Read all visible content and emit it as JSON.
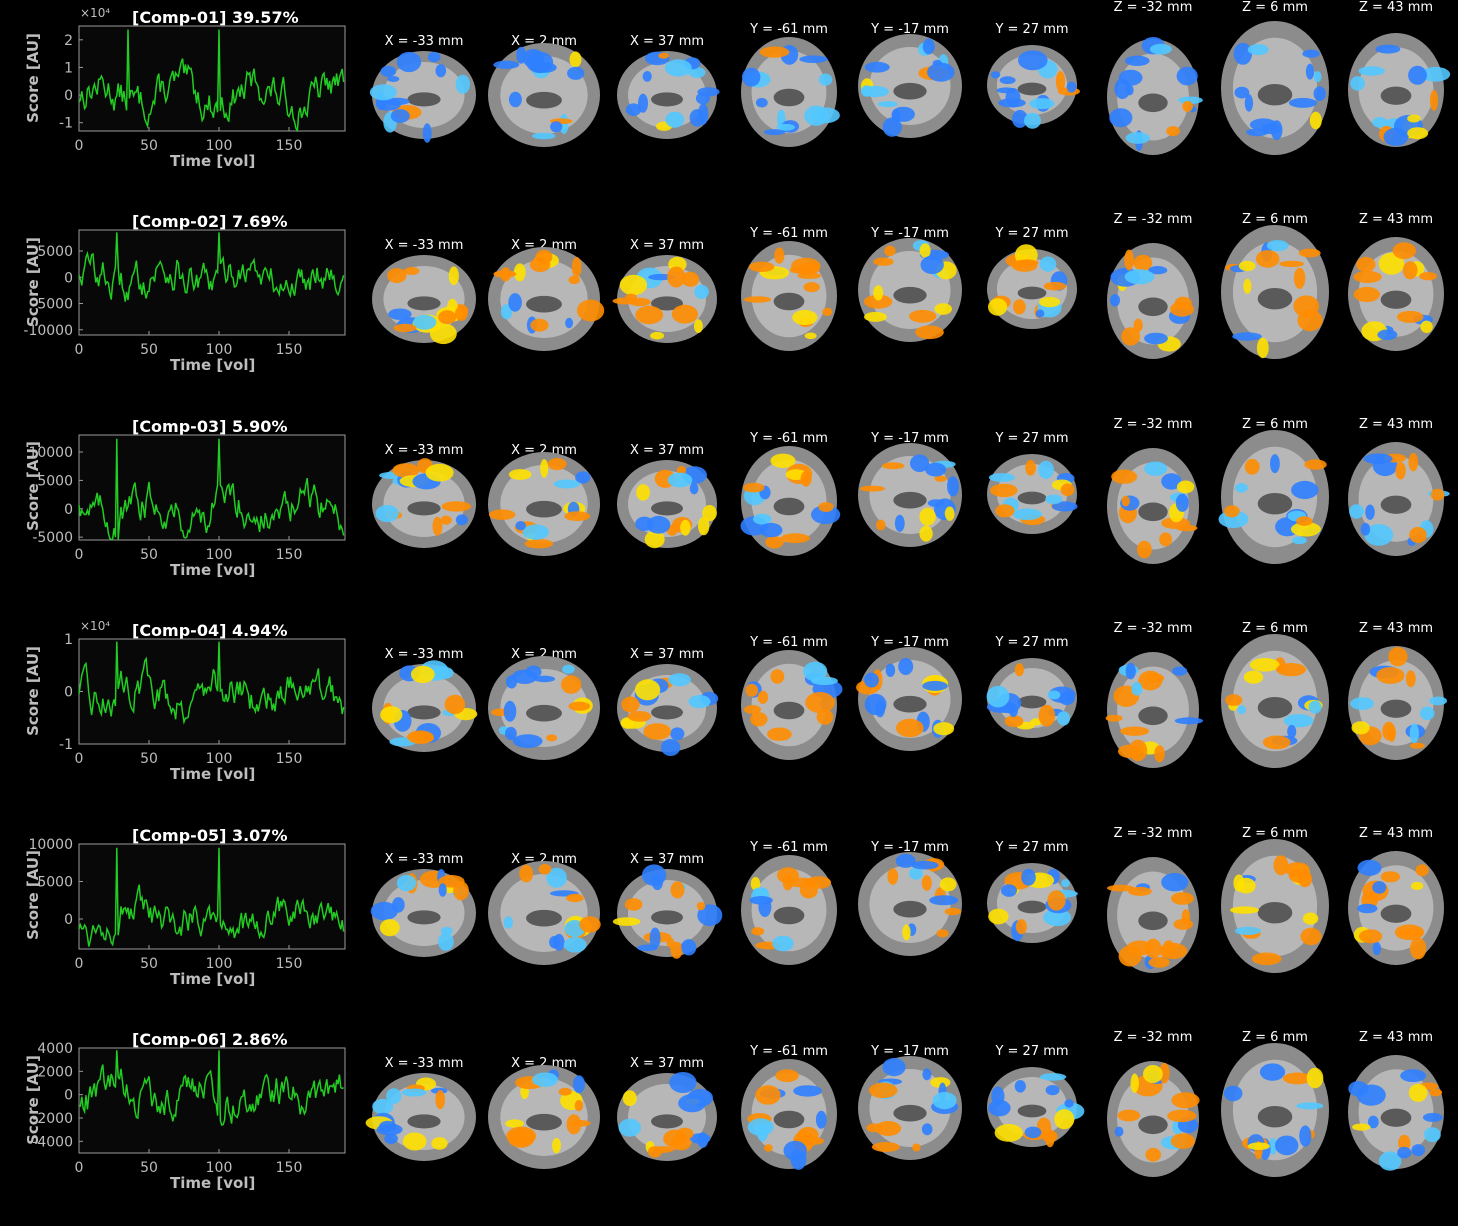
{
  "xlabel": "Time [vol]",
  "ylabel": "Score [AU]",
  "x_ticks": [
    0,
    50,
    100,
    150
  ],
  "slices": [
    {
      "label": "X = -33 mm",
      "view": "sagittal"
    },
    {
      "label": "X = 2 mm",
      "view": "sagittal"
    },
    {
      "label": "X = 37 mm",
      "view": "sagittal"
    },
    {
      "label": "Y = -61 mm",
      "view": "coronal"
    },
    {
      "label": "Y = -17 mm",
      "view": "coronal"
    },
    {
      "label": "Y = 27 mm",
      "view": "coronal"
    },
    {
      "label": "Z = -32 mm",
      "view": "axial"
    },
    {
      "label": "Z = 6 mm",
      "view": "axial"
    },
    {
      "label": "Z = 43 mm",
      "view": "axial"
    }
  ],
  "colors": {
    "trace": "#22cc22",
    "positive": "#ff8c00",
    "positive_hot": "#ffe000",
    "negative": "#2f7fff",
    "negative_light": "#52c8ff"
  },
  "components": [
    {
      "title": "[Comp-01] 39.57%",
      "exponent": "×10⁴",
      "y_ticks": [
        "2",
        "1",
        "0",
        "-1"
      ],
      "ylim": [
        -1.3,
        2.5
      ],
      "tick_values": [
        2,
        1,
        0,
        -1
      ],
      "pos_weight": 0.1,
      "neg_weight": 0.9
    },
    {
      "title": "[Comp-02] 7.69%",
      "exponent": "",
      "y_ticks": [
        "5000",
        "0",
        "-5000",
        "-10000"
      ],
      "ylim": [
        -11000,
        9000
      ],
      "tick_values": [
        5000,
        0,
        -5000,
        -10000
      ],
      "pos_weight": 0.8,
      "neg_weight": 0.3
    },
    {
      "title": "[Comp-03] 5.90%",
      "exponent": "",
      "y_ticks": [
        "10000",
        "5000",
        "0",
        "-5000"
      ],
      "ylim": [
        -5500,
        13000
      ],
      "tick_values": [
        10000,
        5000,
        0,
        -5000
      ],
      "pos_weight": 0.5,
      "neg_weight": 0.5
    },
    {
      "title": "[Comp-04] 4.94%",
      "exponent": "×10⁴",
      "y_ticks": [
        "1",
        "0",
        "-1"
      ],
      "ylim": [
        -1,
        1
      ],
      "tick_values": [
        1,
        0,
        -1
      ],
      "pos_weight": 0.5,
      "neg_weight": 0.5
    },
    {
      "title": "[Comp-05] 3.07%",
      "exponent": "",
      "y_ticks": [
        "10000",
        "5000",
        "0"
      ],
      "ylim": [
        -4000,
        10000
      ],
      "tick_values": [
        10000,
        5000,
        0
      ],
      "pos_weight": 0.6,
      "neg_weight": 0.5
    },
    {
      "title": "[Comp-06] 2.86%",
      "exponent": "",
      "y_ticks": [
        "4000",
        "2000",
        "0",
        "-2000",
        "-4000"
      ],
      "ylim": [
        -5000,
        4000
      ],
      "tick_values": [
        4000,
        2000,
        0,
        -2000,
        -4000
      ],
      "pos_weight": 0.7,
      "neg_weight": 0.4
    }
  ]
}
